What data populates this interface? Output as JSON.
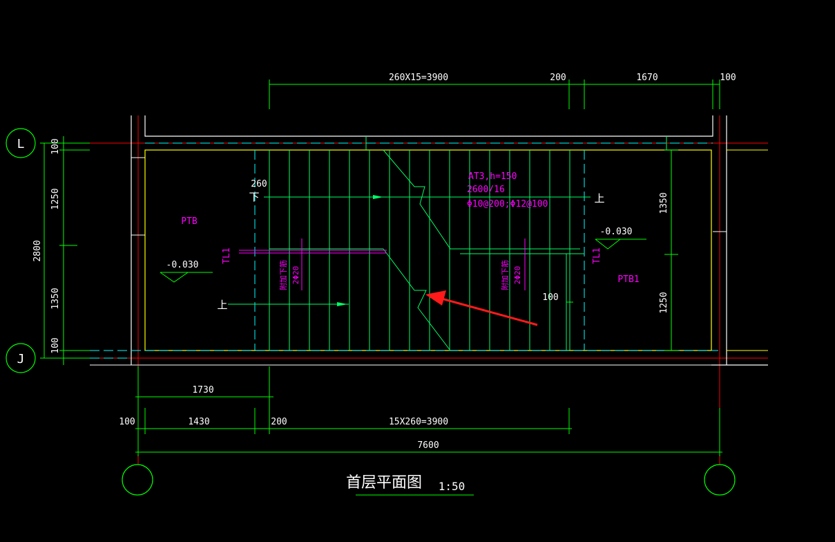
{
  "drawing": {
    "title": "首层平面图",
    "scale": "1:50",
    "grid_axes": {
      "left_top": "L",
      "left_bottom": "J",
      "bottom_left": "",
      "bottom_right": ""
    },
    "top_dims": {
      "stairs": "260X15=3900",
      "gap": "200",
      "landing": "1670",
      "end": "100"
    },
    "left_dims": {
      "top_edge": "100",
      "upper": "1250",
      "total": "2800",
      "lower": "1350",
      "bottom_edge": "100"
    },
    "right_dims": {
      "upper": "1350",
      "lower": "1250"
    },
    "bottom_dims": {
      "landing": "1730",
      "edge": "100",
      "slab": "1430",
      "gap": "200",
      "stairs": "15X260=3900",
      "total": "7600"
    },
    "labels": {
      "ptb": "PTB",
      "ptb1": "PTB1",
      "tl1_left": "TL1",
      "tl1_right": "TL1",
      "elev_left": "-0.030",
      "elev_right": "-0.030",
      "step_260": "260",
      "down_mark": "下",
      "up_mark_top": "上",
      "up_mark_bottom": "上",
      "dim_100": "100",
      "at3_line1": "AT3,h=150",
      "at3_line2": "2600/16",
      "at3_line3": "Φ10@200;Φ12@100",
      "rebar_left_1": "附加下筋",
      "rebar_left_2": "2Φ20",
      "rebar_right_1": "附加下筋",
      "rebar_right_2": "2Φ20"
    },
    "colors": {
      "background": "#000000",
      "dimension": "#00ff00",
      "wall": "#ffffff",
      "wall_inner": "#ffff00",
      "axis": "#ff0000",
      "dash": "#00ffff",
      "annotation": "#ff00ff",
      "arrow": "#ff1a1a",
      "stair_grid": "#00ff66"
    }
  }
}
